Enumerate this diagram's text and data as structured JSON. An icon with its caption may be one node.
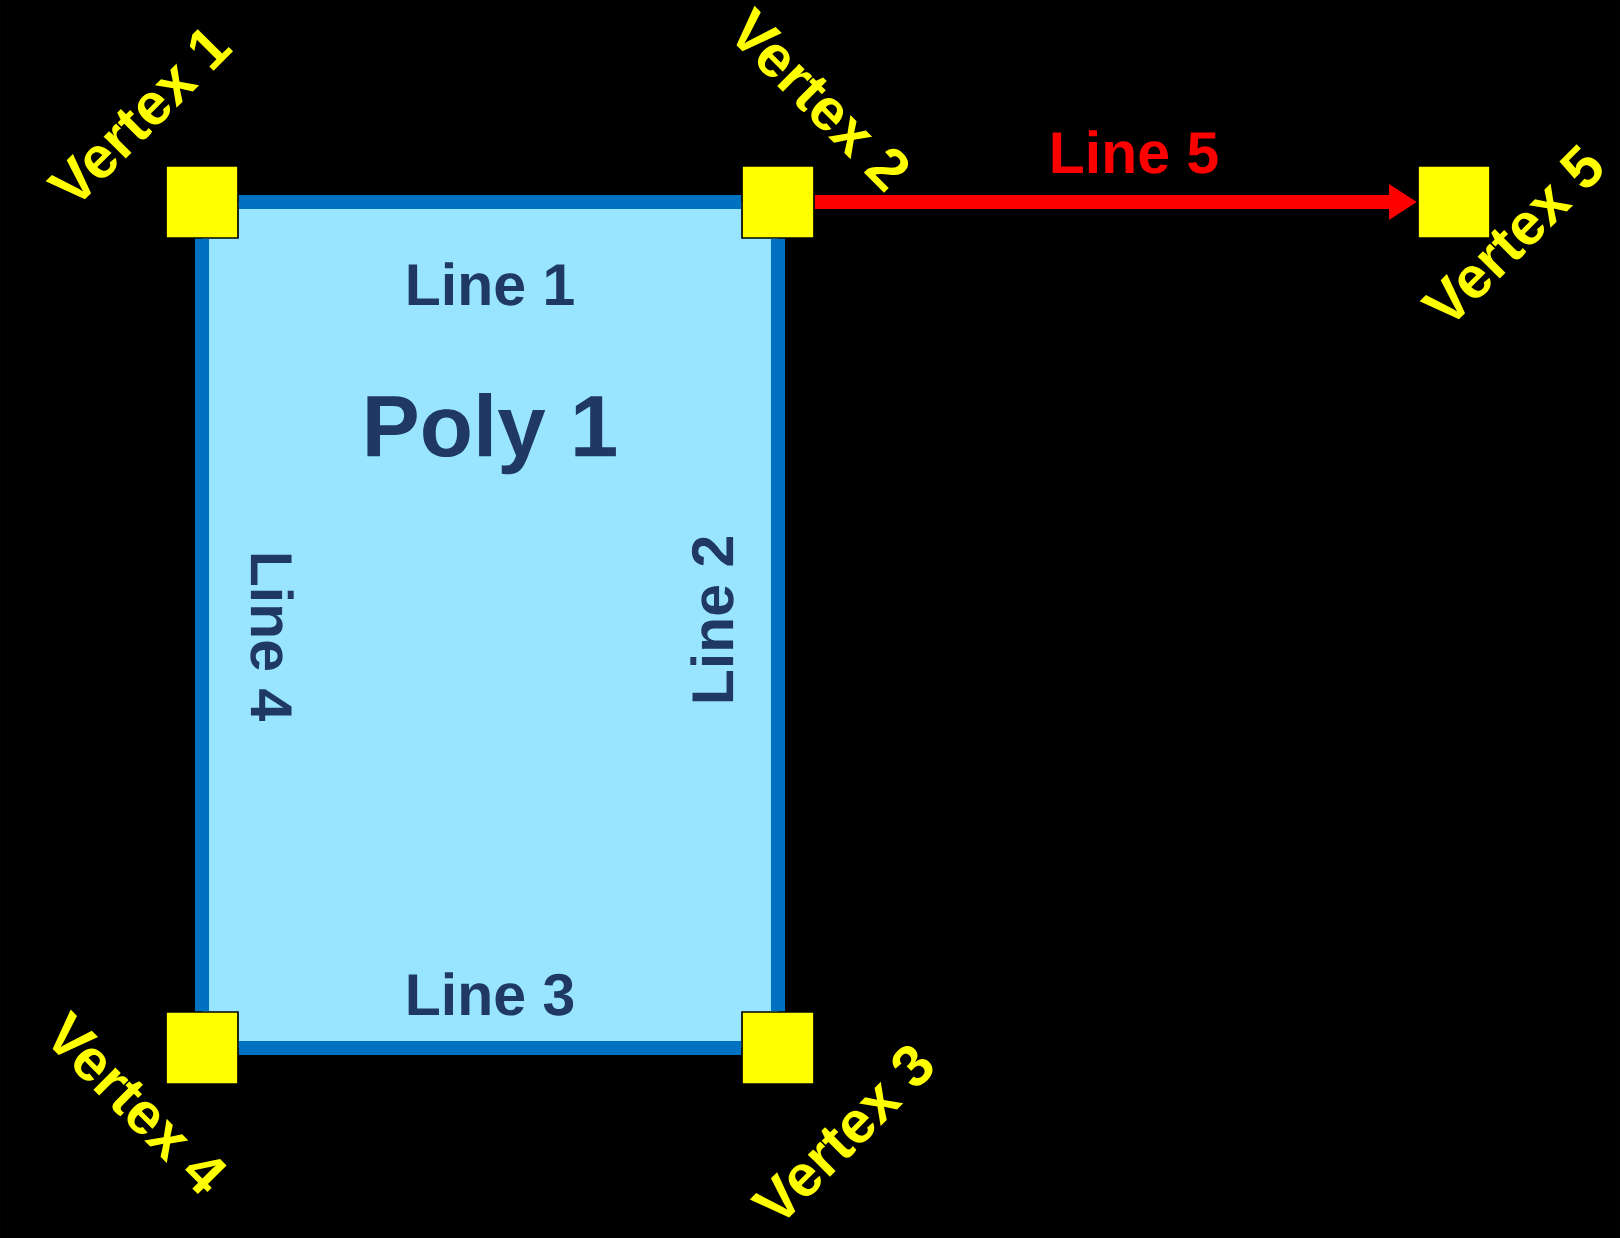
{
  "diagram": {
    "nodes": [
      {
        "text": [
          "Poly 1"
        ]
      },
      {
        "text": [],
        "shape": "box",
        "beside": [
          "Vertex 1"
        ]
      },
      {
        "text": [],
        "shape": "box",
        "beside": [
          "Vertex 2"
        ]
      },
      {
        "text": [],
        "shape": "box",
        "beside": [
          "Vertex 3"
        ]
      },
      {
        "text": [],
        "shape": "box",
        "beside": [
          "Vertex 4"
        ]
      },
      {
        "text": [],
        "shape": "box",
        "beside": [
          "Vertex 5"
        ]
      }
    ],
    "edges": [
      {
        "from": 1,
        "to": 2,
        "arrow": "none",
        "label": "Line 1"
      },
      {
        "from": 2,
        "to": 3,
        "arrow": "none",
        "label": "Line 2"
      },
      {
        "from": 3,
        "to": 4,
        "arrow": "none",
        "label": "Line 3"
      },
      {
        "from": 4,
        "to": 1,
        "arrow": "none",
        "label": "Line 4"
      },
      {
        "from": 2,
        "to": 5,
        "arrow": "to",
        "label": "Line 5",
        "color": "#ff0000"
      }
    ]
  }
}
